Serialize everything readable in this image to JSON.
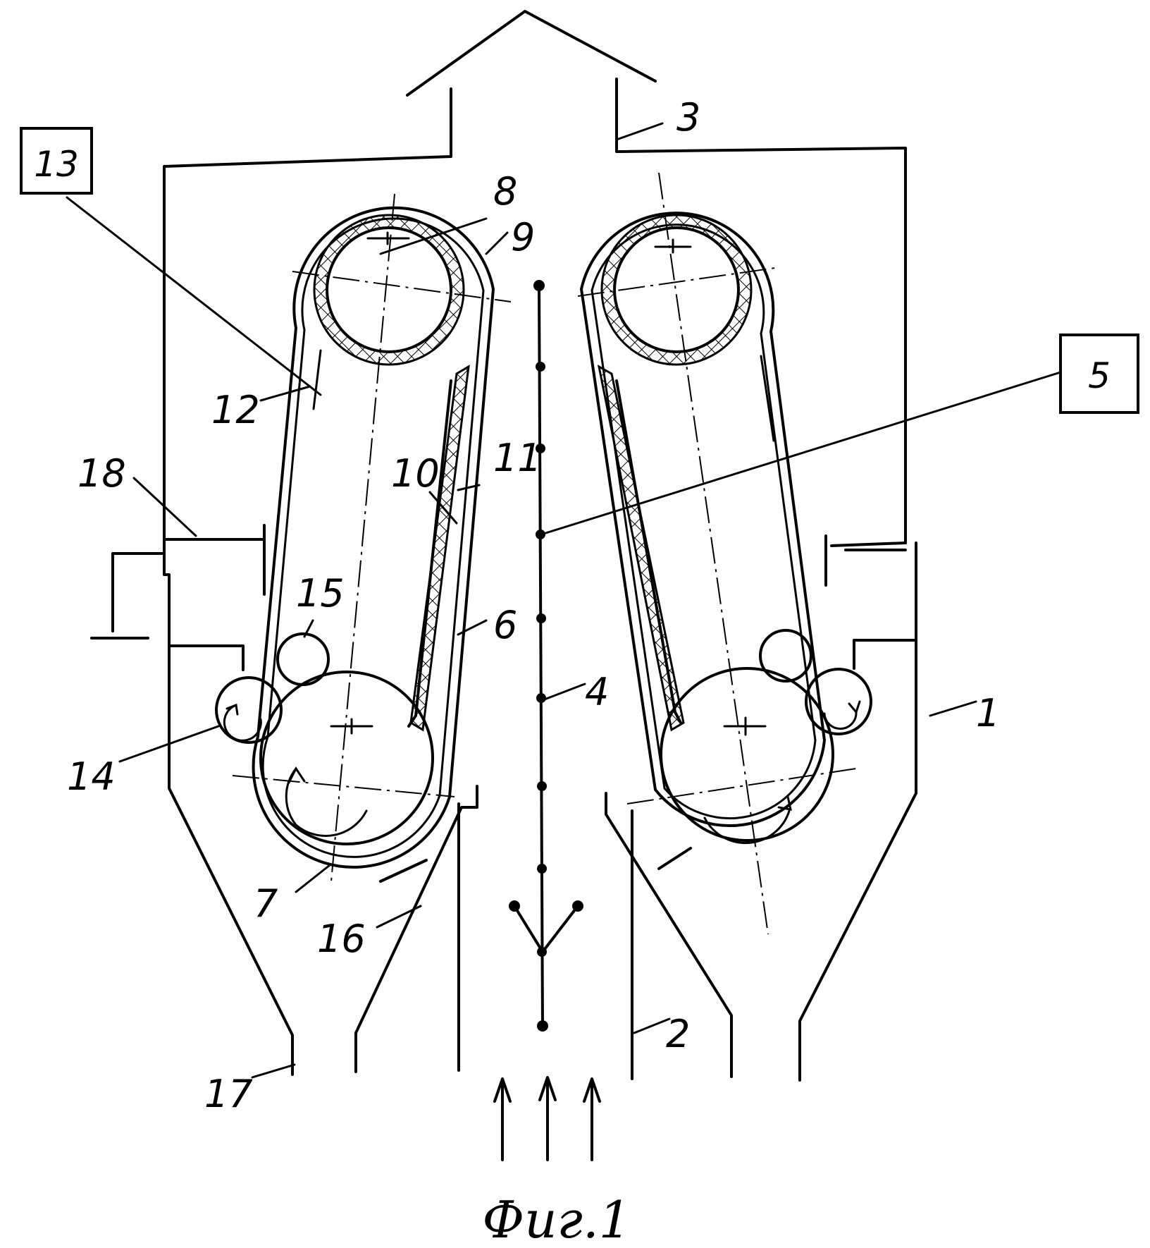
{
  "figure": {
    "caption": "Фиг.1",
    "labels": {
      "l1": "1",
      "l2": "2",
      "l3": "3",
      "l4": "4",
      "l5": "5",
      "l6": "6",
      "l7": "7",
      "l8": "8",
      "l9": "9",
      "l10": "10",
      "l11": "11",
      "l12": "12",
      "l13": "13",
      "l14": "14",
      "l15": "15",
      "l16": "16",
      "l17": "17",
      "l18": "18"
    }
  }
}
